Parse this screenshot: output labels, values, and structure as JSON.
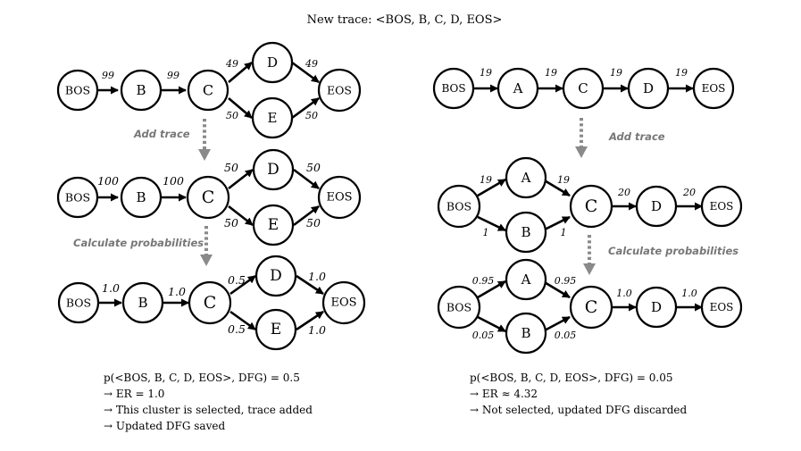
{
  "title": "New trace: <BOS, B, C, D, EOS>",
  "steps": {
    "add_trace": "Add trace",
    "calc_probs": "Calculate probabilities"
  },
  "left_panel": {
    "graph_1": {
      "edges": {
        "bos_b": "99",
        "b_c": "99",
        "c_d": "49",
        "c_e": "50",
        "d_eos": "49",
        "e_eos": "50"
      }
    },
    "graph_2": {
      "edges": {
        "bos_b": "100",
        "b_c": "100",
        "c_d": "50",
        "c_e": "50",
        "d_eos": "50",
        "e_eos": "50"
      }
    },
    "graph_3": {
      "edges": {
        "bos_b": "1.0",
        "b_c": "1.0",
        "c_d": "0.5",
        "c_e": "0.5",
        "d_eos": "1.0",
        "e_eos": "1.0"
      }
    },
    "notes": [
      "p(<BOS, B, C, D, EOS>, DFG) = 0.5",
      "→ ER = 1.0",
      "→ This cluster is selected, trace added",
      "→ Updated DFG saved"
    ]
  },
  "right_panel": {
    "graph_1": {
      "edges": {
        "bos_a": "19",
        "a_c": "19",
        "c_d": "19",
        "d_eos": "19"
      }
    },
    "graph_2": {
      "edges": {
        "bos_a": "19",
        "bos_b": "1",
        "a_c": "19",
        "b_c": "1",
        "c_d": "20",
        "d_eos": "20"
      }
    },
    "graph_3": {
      "edges": {
        "bos_a": "0.95",
        "bos_b": "0.05",
        "a_c": "0.95",
        "b_c": "0.05",
        "c_d": "1.0",
        "d_eos": "1.0"
      }
    },
    "notes": [
      "p(<BOS, B, C, D, EOS>, DFG) = 0.05",
      "→ ER ≈ 4.32",
      "→ Not selected, updated DFG discarded"
    ]
  },
  "node_labels": {
    "bos": "BOS",
    "a": "A",
    "b": "B",
    "c": "C",
    "d": "D",
    "e": "E",
    "eos": "EOS"
  }
}
